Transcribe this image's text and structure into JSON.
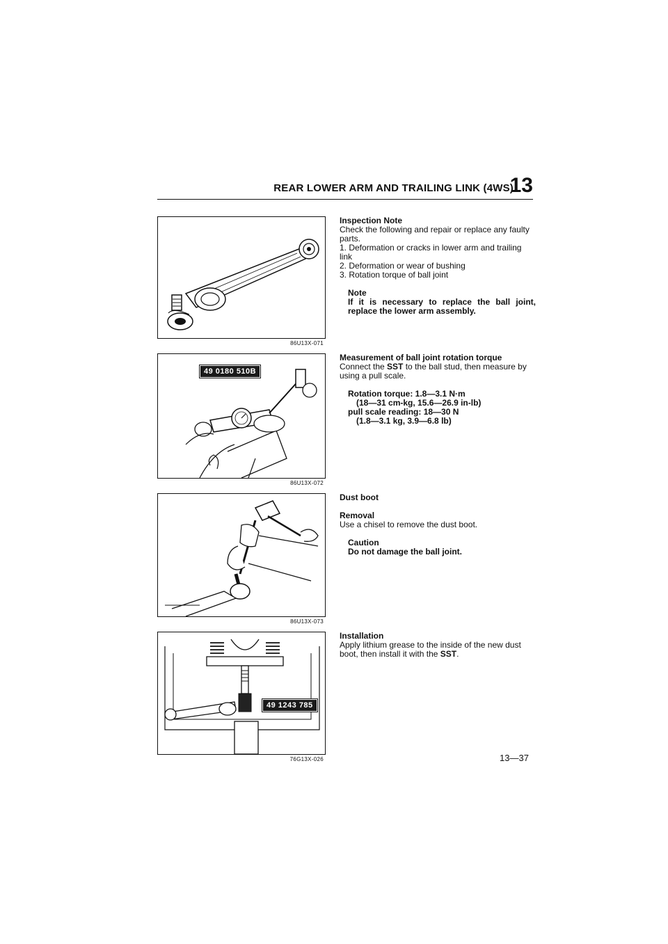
{
  "header": {
    "title": "REAR LOWER ARM AND TRAILING LINK (4WS)",
    "chapter": "13"
  },
  "figures": [
    {
      "code": "86U13X-071"
    },
    {
      "code": "86U13X-072",
      "sst_label": "49 0180 510B"
    },
    {
      "code": "86U13X-073"
    },
    {
      "code": "76G13X-026",
      "sst_label": "49 1243 785"
    }
  ],
  "inspection": {
    "heading": "Inspection Note",
    "intro": "Check the following and repair or replace any faulty parts.",
    "items": [
      "1. Deformation or cracks in lower arm and trailing link",
      "2. Deformation or wear of bushing",
      "3. Rotation torque of ball joint"
    ],
    "note_label": "Note",
    "note_text": "If it is necessary to replace the ball joint, replace the lower arm assembly."
  },
  "measurement": {
    "heading": "Measurement of ball joint rotation torque",
    "text_pre": "Connect the ",
    "text_sst": "SST",
    "text_post": " to the ball stud, then measure by using a pull scale.",
    "spec_line1": "Rotation torque: 1.8—3.1 N·m",
    "spec_line2": "(18—31 cm-kg, 15.6—26.9 in-lb)",
    "spec_line3": "pull scale reading: 18—30 N",
    "spec_line4": "(1.8—3.1 kg, 3.9—6.8 lb)"
  },
  "dust_boot": {
    "heading": "Dust boot",
    "removal_heading": "Removal",
    "removal_text": "Use a chisel to remove the dust boot.",
    "caution_label": "Caution",
    "caution_text": "Do not damage the ball joint."
  },
  "installation": {
    "heading": "Installation",
    "text_pre": "Apply lithium grease to the inside of the new dust boot, then install it with the ",
    "text_sst": "SST",
    "text_post": "."
  },
  "page_number": "13—37"
}
